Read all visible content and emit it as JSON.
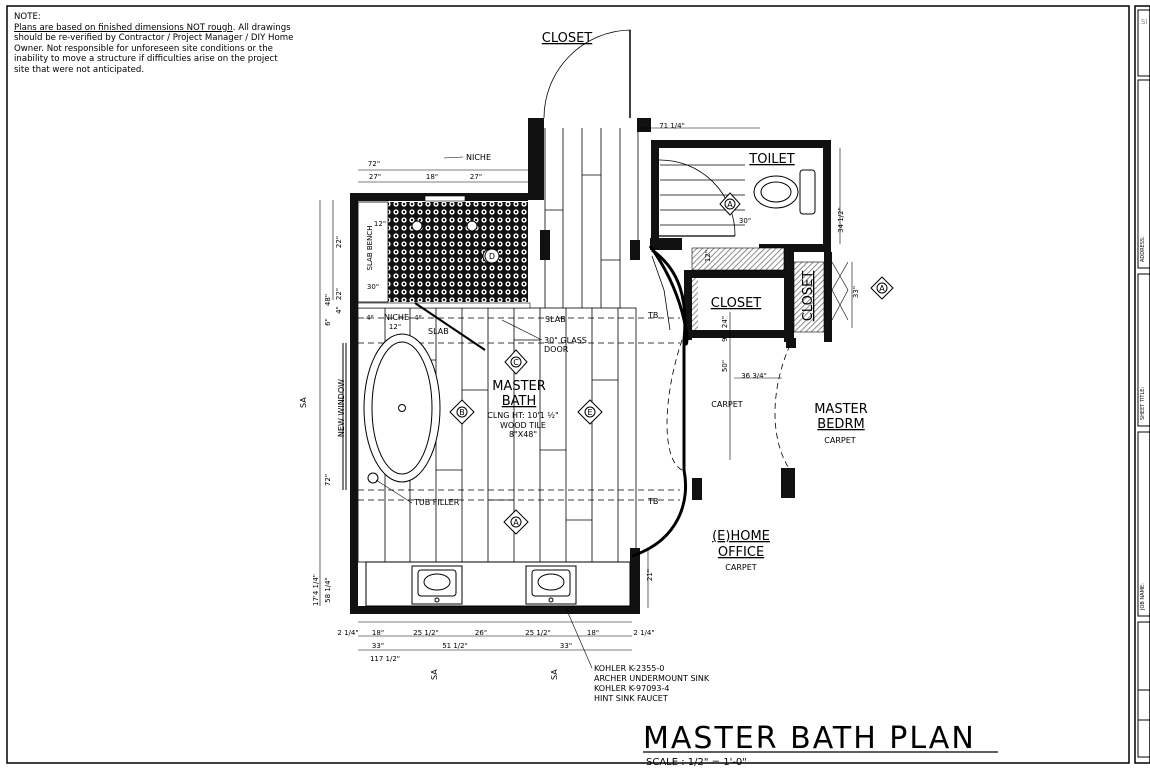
{
  "note": {
    "heading": "NOTE:",
    "underlined": "Plans are based on finished dimensions NOT rough",
    "body": ". All drawings should be re-verified by Contractor / Project Manager / DIY Home Owner. Not responsible for unforeseen site conditions or the inability to move a structure if difficulties arise on the project site that were not anticipated."
  },
  "labels": {
    "closet_top": "CLOSET",
    "toilet": "TOILET",
    "closet_mid": "CLOSET",
    "closet_vert": "CLOSET",
    "master_bath_1": "MASTER",
    "master_bath_2": "BATH",
    "clng": "CLNG HT: 10'1 ½\"",
    "wood_tile": "WOOD TILE",
    "tile_size": "8\"X48\"",
    "carpet_1": "CARPET",
    "master_bedrm_1": "MASTER",
    "master_bedrm_2": "BEDRM",
    "carpet_2": "CARPET",
    "home_office_1": "(E)HOME",
    "home_office_2": "OFFICE",
    "carpet_3": "CARPET",
    "new_window": "NEW WINDOW",
    "niche_top": "NICHE",
    "niche_low": "NICHE",
    "slab_1": "SLAB",
    "slab_2": "SLAB",
    "slab_bench": "SLAB BENCH",
    "glass_door_1": "30\" GLASS",
    "glass_door_2": "DOOR",
    "tub_filler": "TUB FILLER",
    "tb_1": "TB",
    "tb_2": "TB",
    "sink_1": "KOHLER K-2355-0",
    "sink_2": "ARCHER UNDERMOUNT SINK",
    "sink_3": "KOHLER K-97093-4",
    "sink_4": "HINT SINK FAUCET",
    "sa_1": "SA",
    "sa_2": "SA",
    "sa_3": "SA"
  },
  "dimensions": {
    "d72": "72\"",
    "d27a": "27\"",
    "d18": "18\"",
    "d27b": "27\"",
    "d71": "71 1/4\"",
    "d34": "34 1/2\"",
    "d30a": "30\"",
    "d12": "12\"",
    "d33": "33\"",
    "d24": "24\"",
    "d9": "9\"",
    "d50": "50\"",
    "d36": "36 3/4\"",
    "d12b": "12\"",
    "d22a": "22\"",
    "d30b": "30\"",
    "d48": "48\"",
    "d22b": "22\"",
    "d4a": "4\"",
    "d4b": "4\"",
    "d4c": "4\"",
    "d12c": "12\"",
    "d6": "6\"",
    "d72v": "72\"",
    "d17": "17'4 1/4\"",
    "d58": "58 1/4\"",
    "d21": "21\"",
    "b1": "2 1/4\"",
    "b2": "18\"",
    "b3": "25 1/2\"",
    "b4": "26\"",
    "b5": "25 1/2\"",
    "b6": "18\"",
    "b7": "2 1/4\"",
    "c1": "33\"",
    "c2": "51 1/2\"",
    "c3": "33\"",
    "tot": "117 1/2\""
  },
  "markers": {
    "a": "A",
    "b": "B",
    "c": "C",
    "d": "D",
    "e": "E"
  },
  "title": {
    "main": "MASTER BATH PLAN",
    "scale": "SCALE : 1/2\" = 1'-0\""
  },
  "titleblock": {
    "address": "ADDRESS:",
    "sheet_title": "SHEET TITLE:",
    "job_name": "JOB NAME:",
    "si": "SI"
  }
}
